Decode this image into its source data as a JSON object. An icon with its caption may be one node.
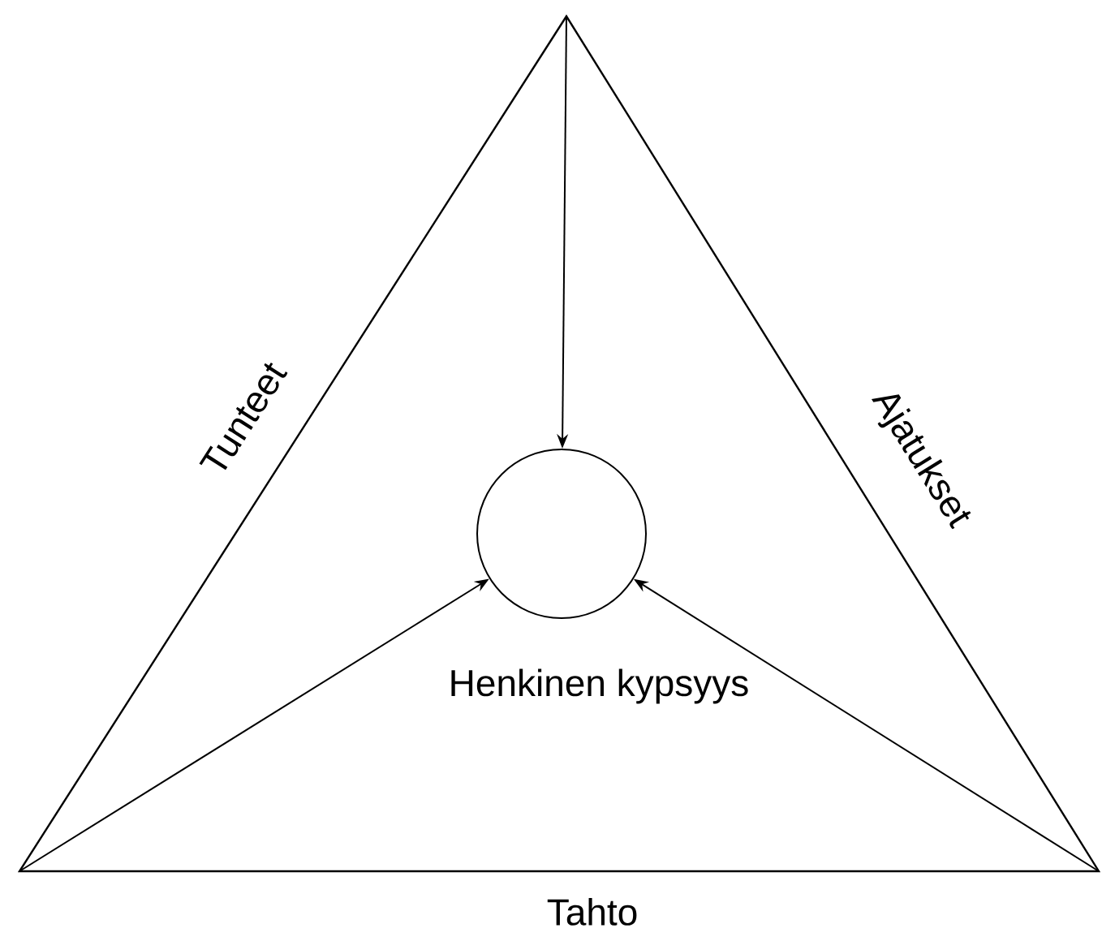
{
  "diagram": {
    "nodes": [
      {
        "text": [
          "Tunteet",
          "Ajatukset",
          "Tahto"
        ]
      },
      {
        "text": [],
        "shape": "circle",
        "beside": [
          "Henkinen kypsyys"
        ],
        "in": 0
      }
    ],
    "edges": [
      {
        "from": null,
        "to": 1,
        "arrow": "to"
      },
      {
        "from": null,
        "to": 1,
        "arrow": "to"
      },
      {
        "from": null,
        "to": 1,
        "arrow": "to"
      }
    ]
  }
}
